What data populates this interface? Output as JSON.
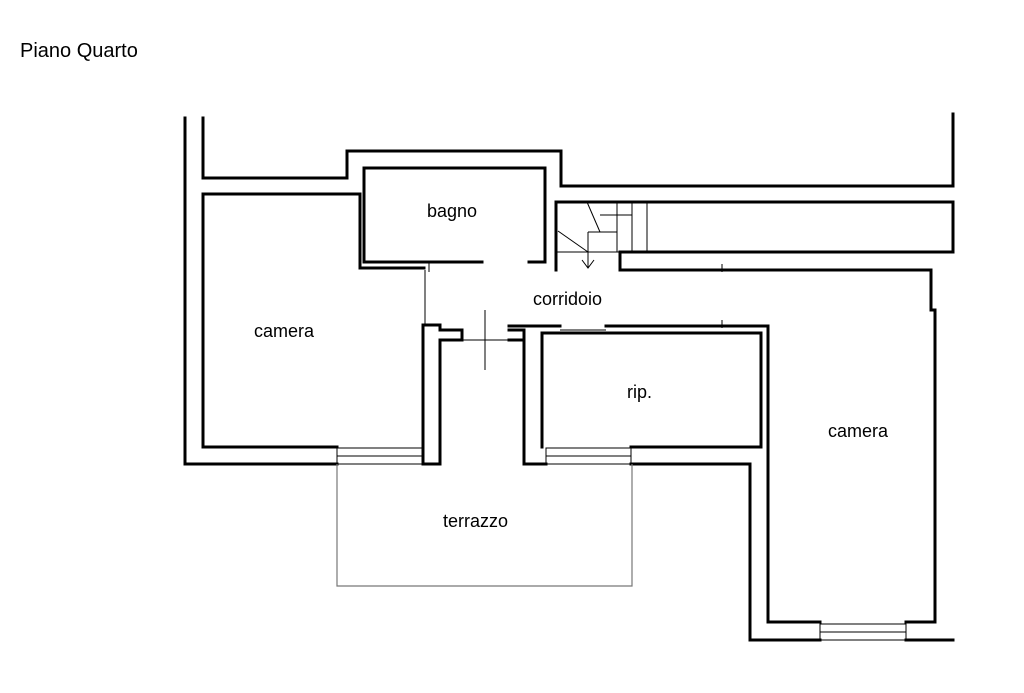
{
  "title": "Piano Quarto",
  "rooms": {
    "bagno": "bagno",
    "corridoio": "corridoio",
    "camera_left": "camera",
    "camera_right": "camera",
    "ripostiglio": "rip.",
    "terrazzo": "terrazzo"
  }
}
